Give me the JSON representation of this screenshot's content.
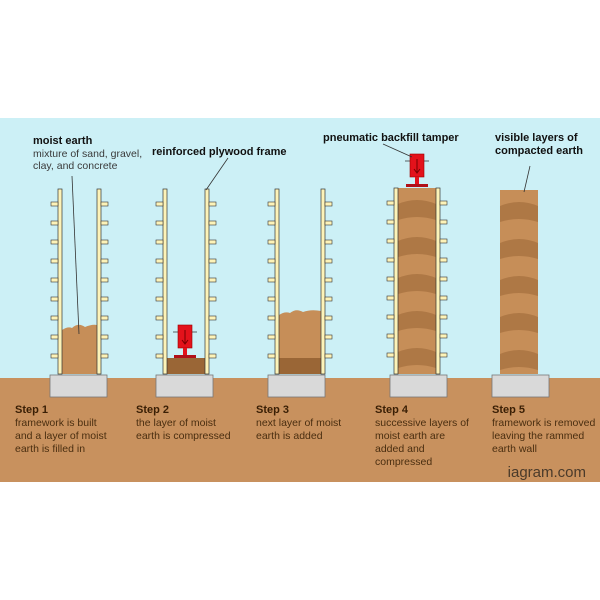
{
  "annotations": {
    "moist_earth_title": "moist earth",
    "moist_earth_desc_1": "mixture of sand, gravel,",
    "moist_earth_desc_2": "clay, and concrete",
    "plywood_frame": "reinforced plywood frame",
    "tamper": "pneumatic backfill tamper",
    "visible_layers_1": "visible layers of",
    "visible_layers_2": "compacted earth"
  },
  "steps": [
    {
      "title": "Step 1",
      "lines": [
        "framework is built",
        "and a layer of moist",
        "earth is filled in"
      ]
    },
    {
      "title": "Step 2",
      "lines": [
        "the layer of moist",
        "earth is compressed"
      ]
    },
    {
      "title": "Step 3",
      "lines": [
        "next layer of moist",
        "earth is added"
      ]
    },
    {
      "title": "Step 4",
      "lines": [
        "successive layers of",
        "moist earth are",
        "added and",
        "compressed"
      ]
    },
    {
      "title": "Step 5",
      "lines": [
        "framework is removed",
        "leaving the rammed",
        "earth wall"
      ]
    }
  ],
  "watermark": "iagram.com",
  "colors": {
    "sky": "#ccf0f6",
    "ground": "#c8915e",
    "earth_light": "#c68e58",
    "earth_dark": "#9a6636",
    "frame": "#fdf3b8",
    "tamper": "#e3121b",
    "footing": "#d9d9d9"
  }
}
